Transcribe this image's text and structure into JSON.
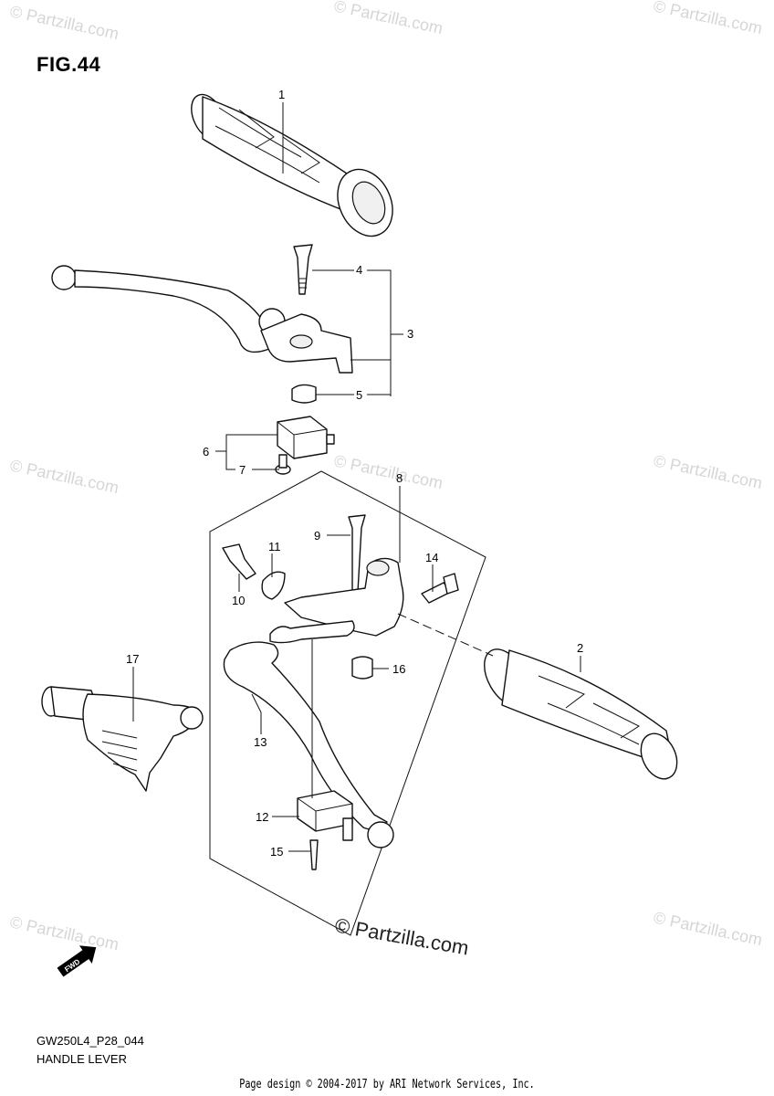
{
  "figure": {
    "title": "FIG.44",
    "code": "GW250L4_P28_044",
    "name": "HANDLE LEVER"
  },
  "callouts": [
    "1",
    "2",
    "3",
    "4",
    "5",
    "6",
    "7",
    "8",
    "9",
    "10",
    "11",
    "12",
    "13",
    "14",
    "15",
    "16",
    "17"
  ],
  "badges": {
    "fwd": "FWD"
  },
  "watermarks": {
    "small": "© Partzilla.com",
    "large": "© Partzilla.com"
  },
  "footer": {
    "credit": "Page design © 2004-2017 by ARI Network Services, Inc."
  },
  "colors": {
    "line": "#111111",
    "watermark": "#d6d6d6",
    "background": "#ffffff"
  }
}
